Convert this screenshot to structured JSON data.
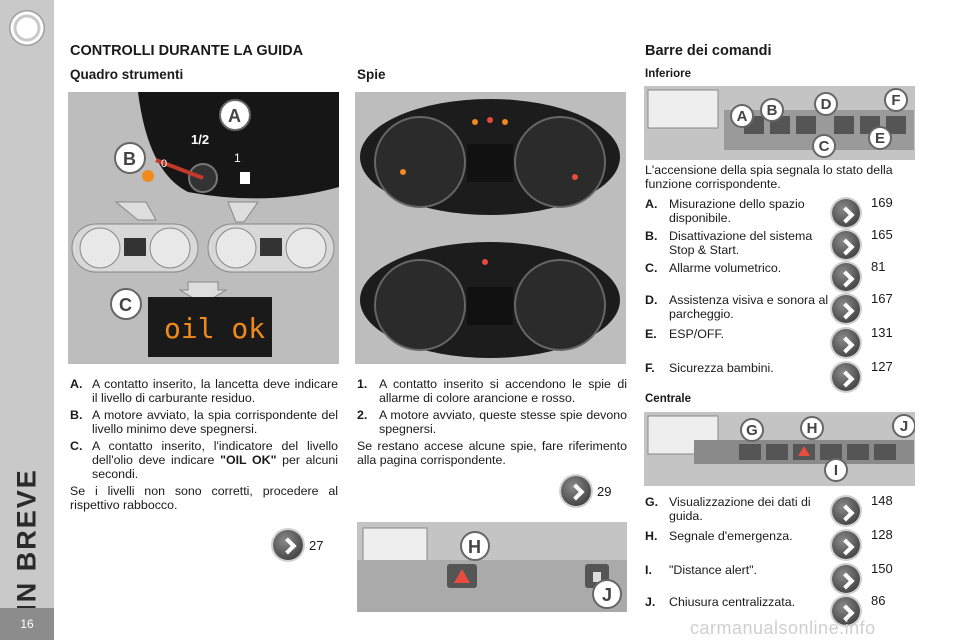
{
  "sidebar": {
    "section_title": "IN BREVE",
    "page_number": "16"
  },
  "headings": {
    "main": "CONTROLLI DURANTE LA GUIDA",
    "quadro": "Quadro strumenti",
    "spie": "Spie",
    "barre": "Barre dei comandi",
    "inferiore": "Inferiore",
    "centrale": "Centrale"
  },
  "gauge_labels": {
    "a": "A",
    "b": "B",
    "c": "C",
    "half": "1/2",
    "one": "1",
    "zero": "0"
  },
  "display_text": "oil ok",
  "spie_labels": {
    "h": "H",
    "j": "J"
  },
  "inferiore_labels": [
    "A",
    "B",
    "C",
    "D",
    "E",
    "F"
  ],
  "centrale_labels": [
    "G",
    "H",
    "I",
    "J"
  ],
  "quadro_items": [
    {
      "key": "A.",
      "text": "A contatto inserito, la lancetta deve indicare il livello di carburante residuo."
    },
    {
      "key": "B.",
      "text": "A motore avviato, la spia corrispondente del livello minimo deve spegnersi."
    },
    {
      "key": "C.",
      "text_before": "A contatto inserito, l'indicatore del livello dell'olio deve indicare ",
      "bold": "\"OIL OK\"",
      "text_after": " per alcuni secondi."
    }
  ],
  "quadro_para": "Se i livelli non sono corretti, procedere al rispettivo rabbocco.",
  "quadro_ref": "27",
  "spie_items": [
    {
      "key": "1.",
      "text": "A contatto inserito si accendono le spie di allarme di colore arancione e rosso."
    },
    {
      "key": "2.",
      "text": "A motore avviato, queste stesse spie devono spegnersi."
    }
  ],
  "spie_para": "Se restano accese alcune spie, fare riferimento alla pagina corrispondente.",
  "spie_ref": "29",
  "inferiore_note": "L'accensione della spia segnala lo stato della funzione corrispondente.",
  "inferiore_items": [
    {
      "key": "A.",
      "text": "Misurazione dello spazio disponibile.",
      "ref": "169"
    },
    {
      "key": "B.",
      "text": "Disattivazione del sistema Stop & Start.",
      "ref": "165"
    },
    {
      "key": "C.",
      "text": "Allarme volumetrico.",
      "ref": "81"
    },
    {
      "key": "D.",
      "text": "Assistenza visiva e sonora al parcheggio.",
      "ref": "167"
    },
    {
      "key": "E.",
      "text": "ESP/OFF.",
      "ref": "131"
    },
    {
      "key": "F.",
      "text": "Sicurezza bambini.",
      "ref": "127"
    }
  ],
  "centrale_items": [
    {
      "key": "G.",
      "text": "Visualizzazione dei dati di guida.",
      "ref": "148"
    },
    {
      "key": "H.",
      "text": "Segnale d'emergenza.",
      "ref": "128"
    },
    {
      "key": "I.",
      "text": "\"Distance alert\".",
      "ref": "150"
    },
    {
      "key": "J.",
      "text": "Chiusura centralizzata.",
      "ref": "86"
    }
  ],
  "watermark": "carmanualsonline.info",
  "colors": {
    "accent_orange": "#f08a1c",
    "panel_gray": "#bdbdbd",
    "dark_cluster": "#1c1c1c"
  }
}
